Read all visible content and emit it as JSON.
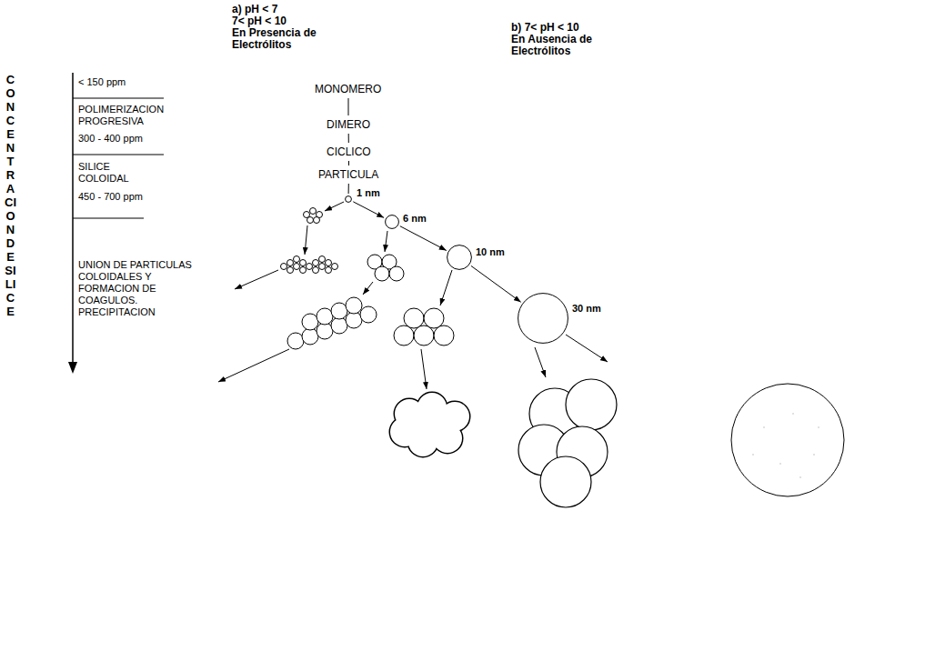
{
  "diagram": {
    "nodes": [
      {
        "text": [
          "MONOMERO"
        ]
      },
      {
        "text": [
          "DIMERO"
        ]
      },
      {
        "text": [
          "CICLICO"
        ]
      },
      {
        "text": [
          "PARTICULA"
        ]
      },
      {
        "text": [
          "1 nm"
        ]
      },
      {
        "text": [
          "6 nm"
        ]
      },
      {
        "text": [
          "10 nm"
        ]
      },
      {
        "text": [
          "30 nm"
        ]
      }
    ],
    "edges": [
      {
        "from": 0,
        "to": 1,
        "arrow": "none"
      },
      {
        "from": 1,
        "to": 2,
        "arrow": "none"
      },
      {
        "from": 2,
        "to": 3,
        "arrow": "none"
      },
      {
        "from": 3,
        "to": 4,
        "arrow": "none"
      },
      {
        "from": 4,
        "to": 5,
        "arrow": "to"
      },
      {
        "from": 5,
        "to": 6,
        "arrow": "to"
      },
      {
        "from": 6,
        "to": 7,
        "arrow": "to"
      }
    ],
    "labels": [
      "a) pH < 7",
      "7< pH < 10",
      "En Presencia de Electrólitos",
      "b) 7< pH < 10",
      "En Ausencia de Electrólitos",
      "CONCENTRACION DE SILICE",
      "< 150 ppm",
      "POLIMERIZACION PROGRESIVA",
      "300 - 400 ppm",
      "SILICE COLOIDAL",
      "450 - 700 ppm",
      "UNION DE PARTICULAS COLOIDALES Y FORMACION DE COAGULOS. PRECIPITACION"
    ]
  }
}
